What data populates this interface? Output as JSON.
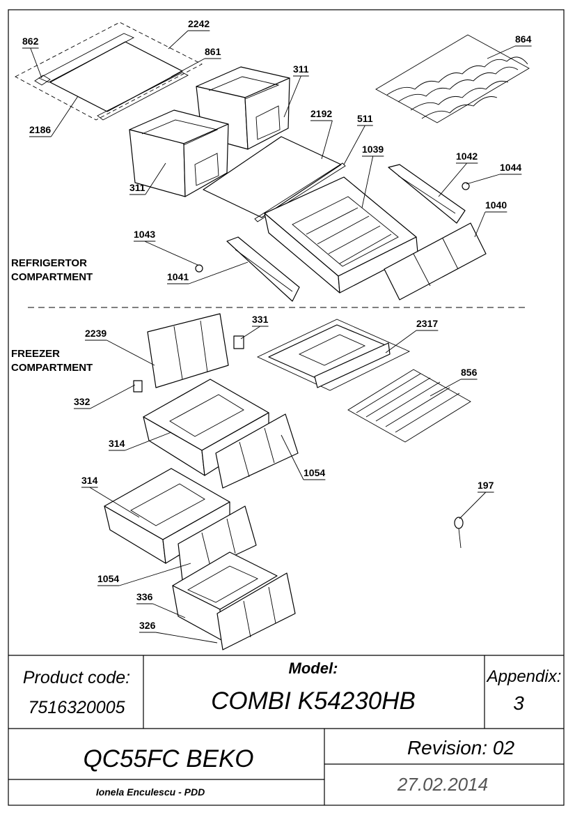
{
  "callouts": [
    "2242",
    "862",
    "861",
    "311",
    "864",
    "2186",
    "2192",
    "511",
    "1039",
    "1042",
    "1044",
    "311",
    "1040",
    "1043",
    "1041",
    "331",
    "2239",
    "2317",
    "332",
    "856",
    "314",
    "1054",
    "314",
    "197",
    "1054",
    "336",
    "326"
  ],
  "sections": {
    "refrigerator": [
      "REFRIGERTOR",
      "COMPARTMENT"
    ],
    "freezer": [
      "FREEZER",
      "COMPARTMENT"
    ]
  },
  "title_block": {
    "product_code_label": "Product code:",
    "product_code": "7516320005",
    "model_label": "Model:",
    "model": "COMBI K54230HB",
    "appendix_label": "Appendix:",
    "appendix": "3",
    "platform": "QC55FC BEKO",
    "revision": "Revision: 02",
    "author": "Ionela Enculescu - PDD",
    "date": "27.02.2014"
  }
}
